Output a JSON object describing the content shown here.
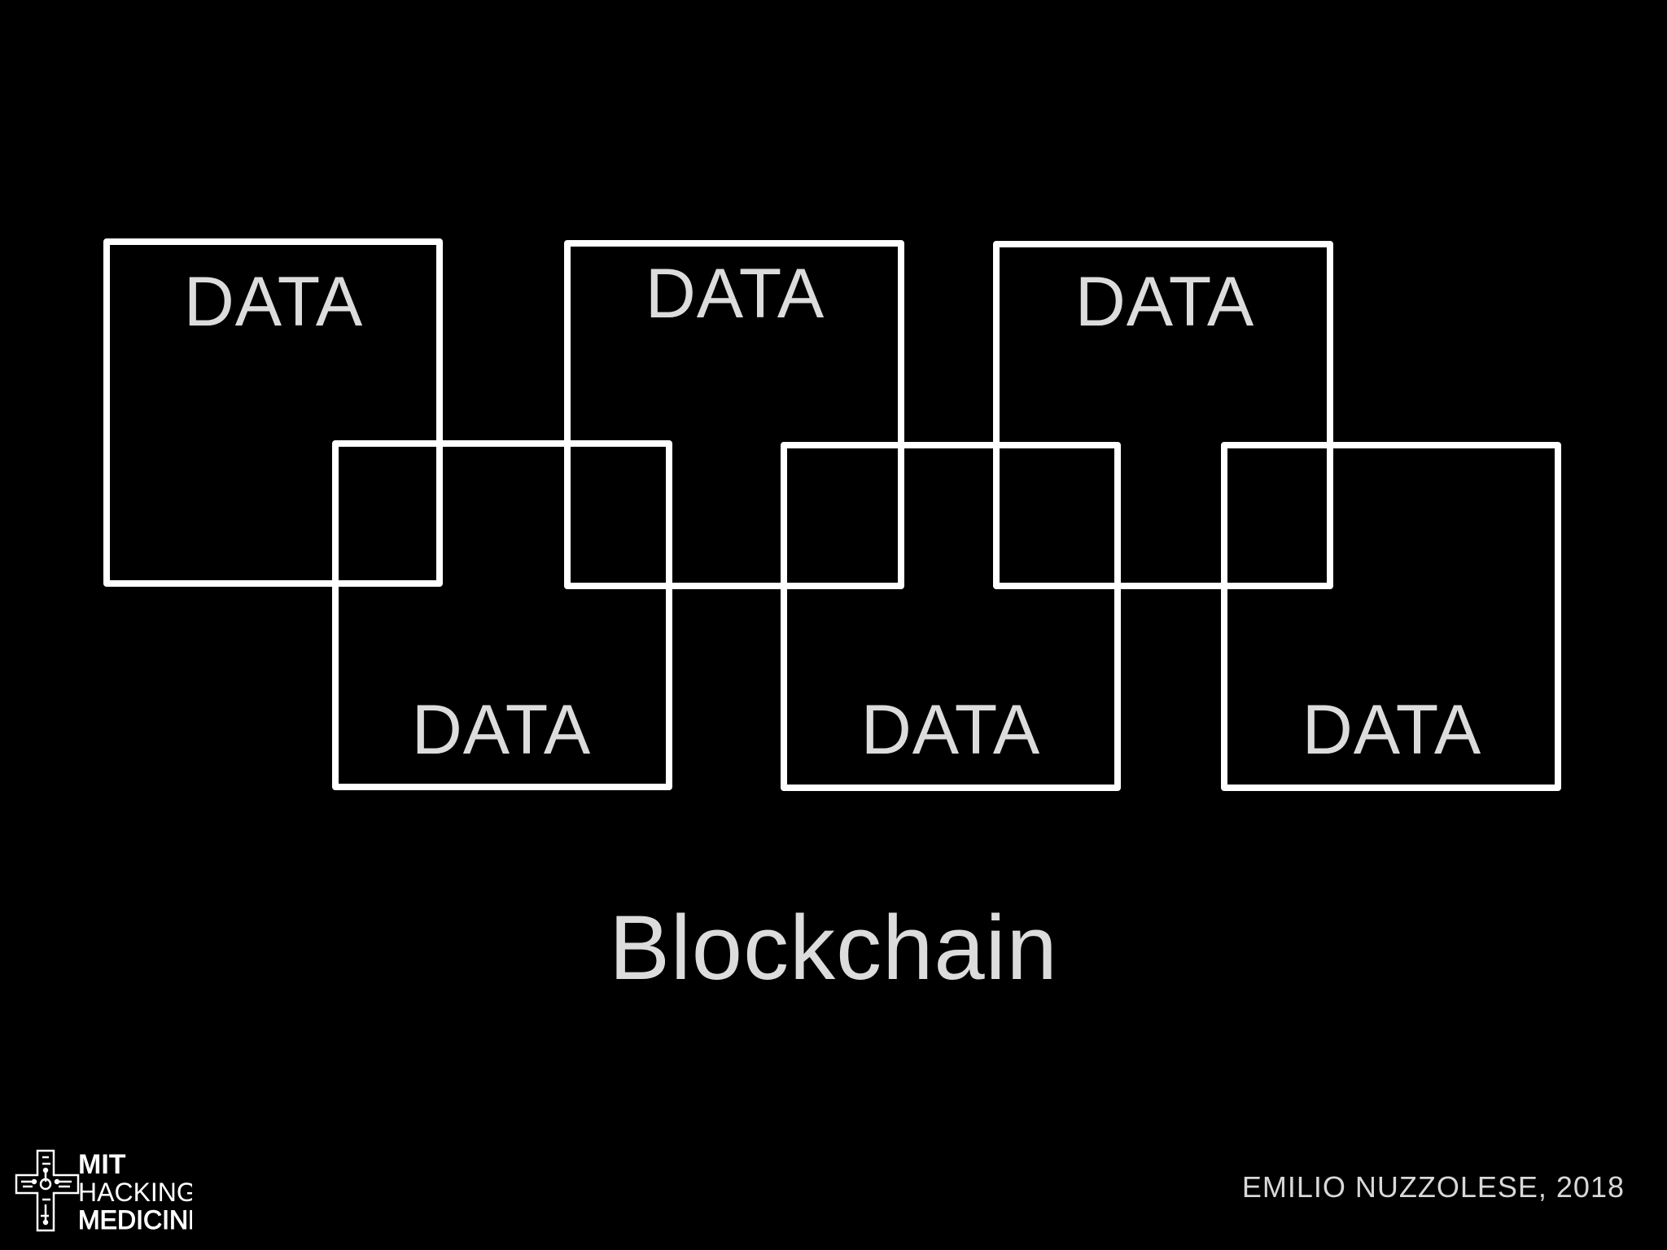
{
  "diagram": {
    "blocks": [
      {
        "label": "DATA",
        "row": "top"
      },
      {
        "label": "DATA",
        "row": "top"
      },
      {
        "label": "DATA",
        "row": "top"
      },
      {
        "label": "DATA",
        "row": "bottom"
      },
      {
        "label": "DATA",
        "row": "bottom"
      },
      {
        "label": "DATA",
        "row": "bottom"
      }
    ],
    "stroke_color": "#ffffff",
    "label_color": "#dcdcdc",
    "background_color": "#000000"
  },
  "title": "Blockchain",
  "credit": "EMILIO NUZZOLESE, 2018",
  "logo": {
    "line1": "MIT",
    "line2": "HACKING",
    "line3": "MEDICINE",
    "icon": "medical-cross-circuit-icon"
  }
}
